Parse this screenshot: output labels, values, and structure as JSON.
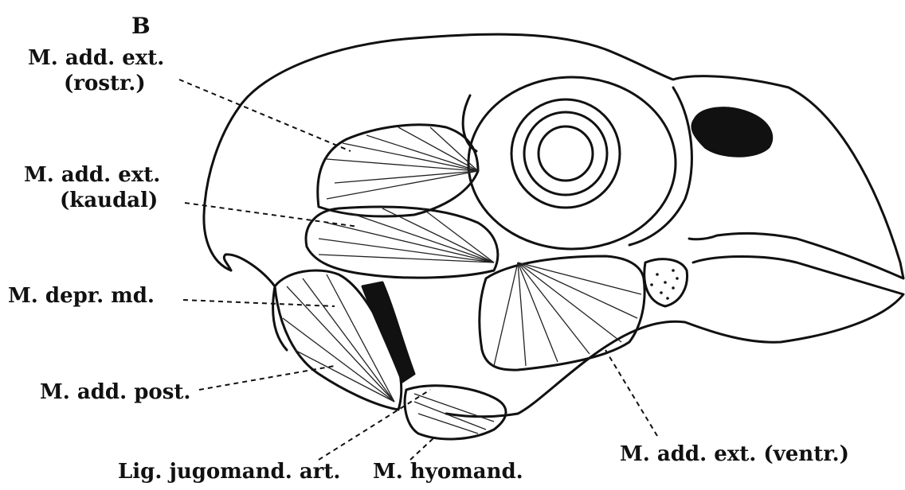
{
  "figure": {
    "panel_label": "B",
    "labels": {
      "add_ext_rostr_line1": "M. add. ext.",
      "add_ext_rostr_line2": "(rostr.)",
      "add_ext_kaudal_line1": "M. add. ext.",
      "add_ext_kaudal_line2": "(kaudal)",
      "depr_md": "M. depr. md.",
      "add_post": "M. add. post.",
      "lig_jugomand": "Lig. jugomand. art.",
      "hyomand": "M. hyomand.",
      "add_ext_ventr": "M. add. ext. (ventr.)"
    }
  }
}
